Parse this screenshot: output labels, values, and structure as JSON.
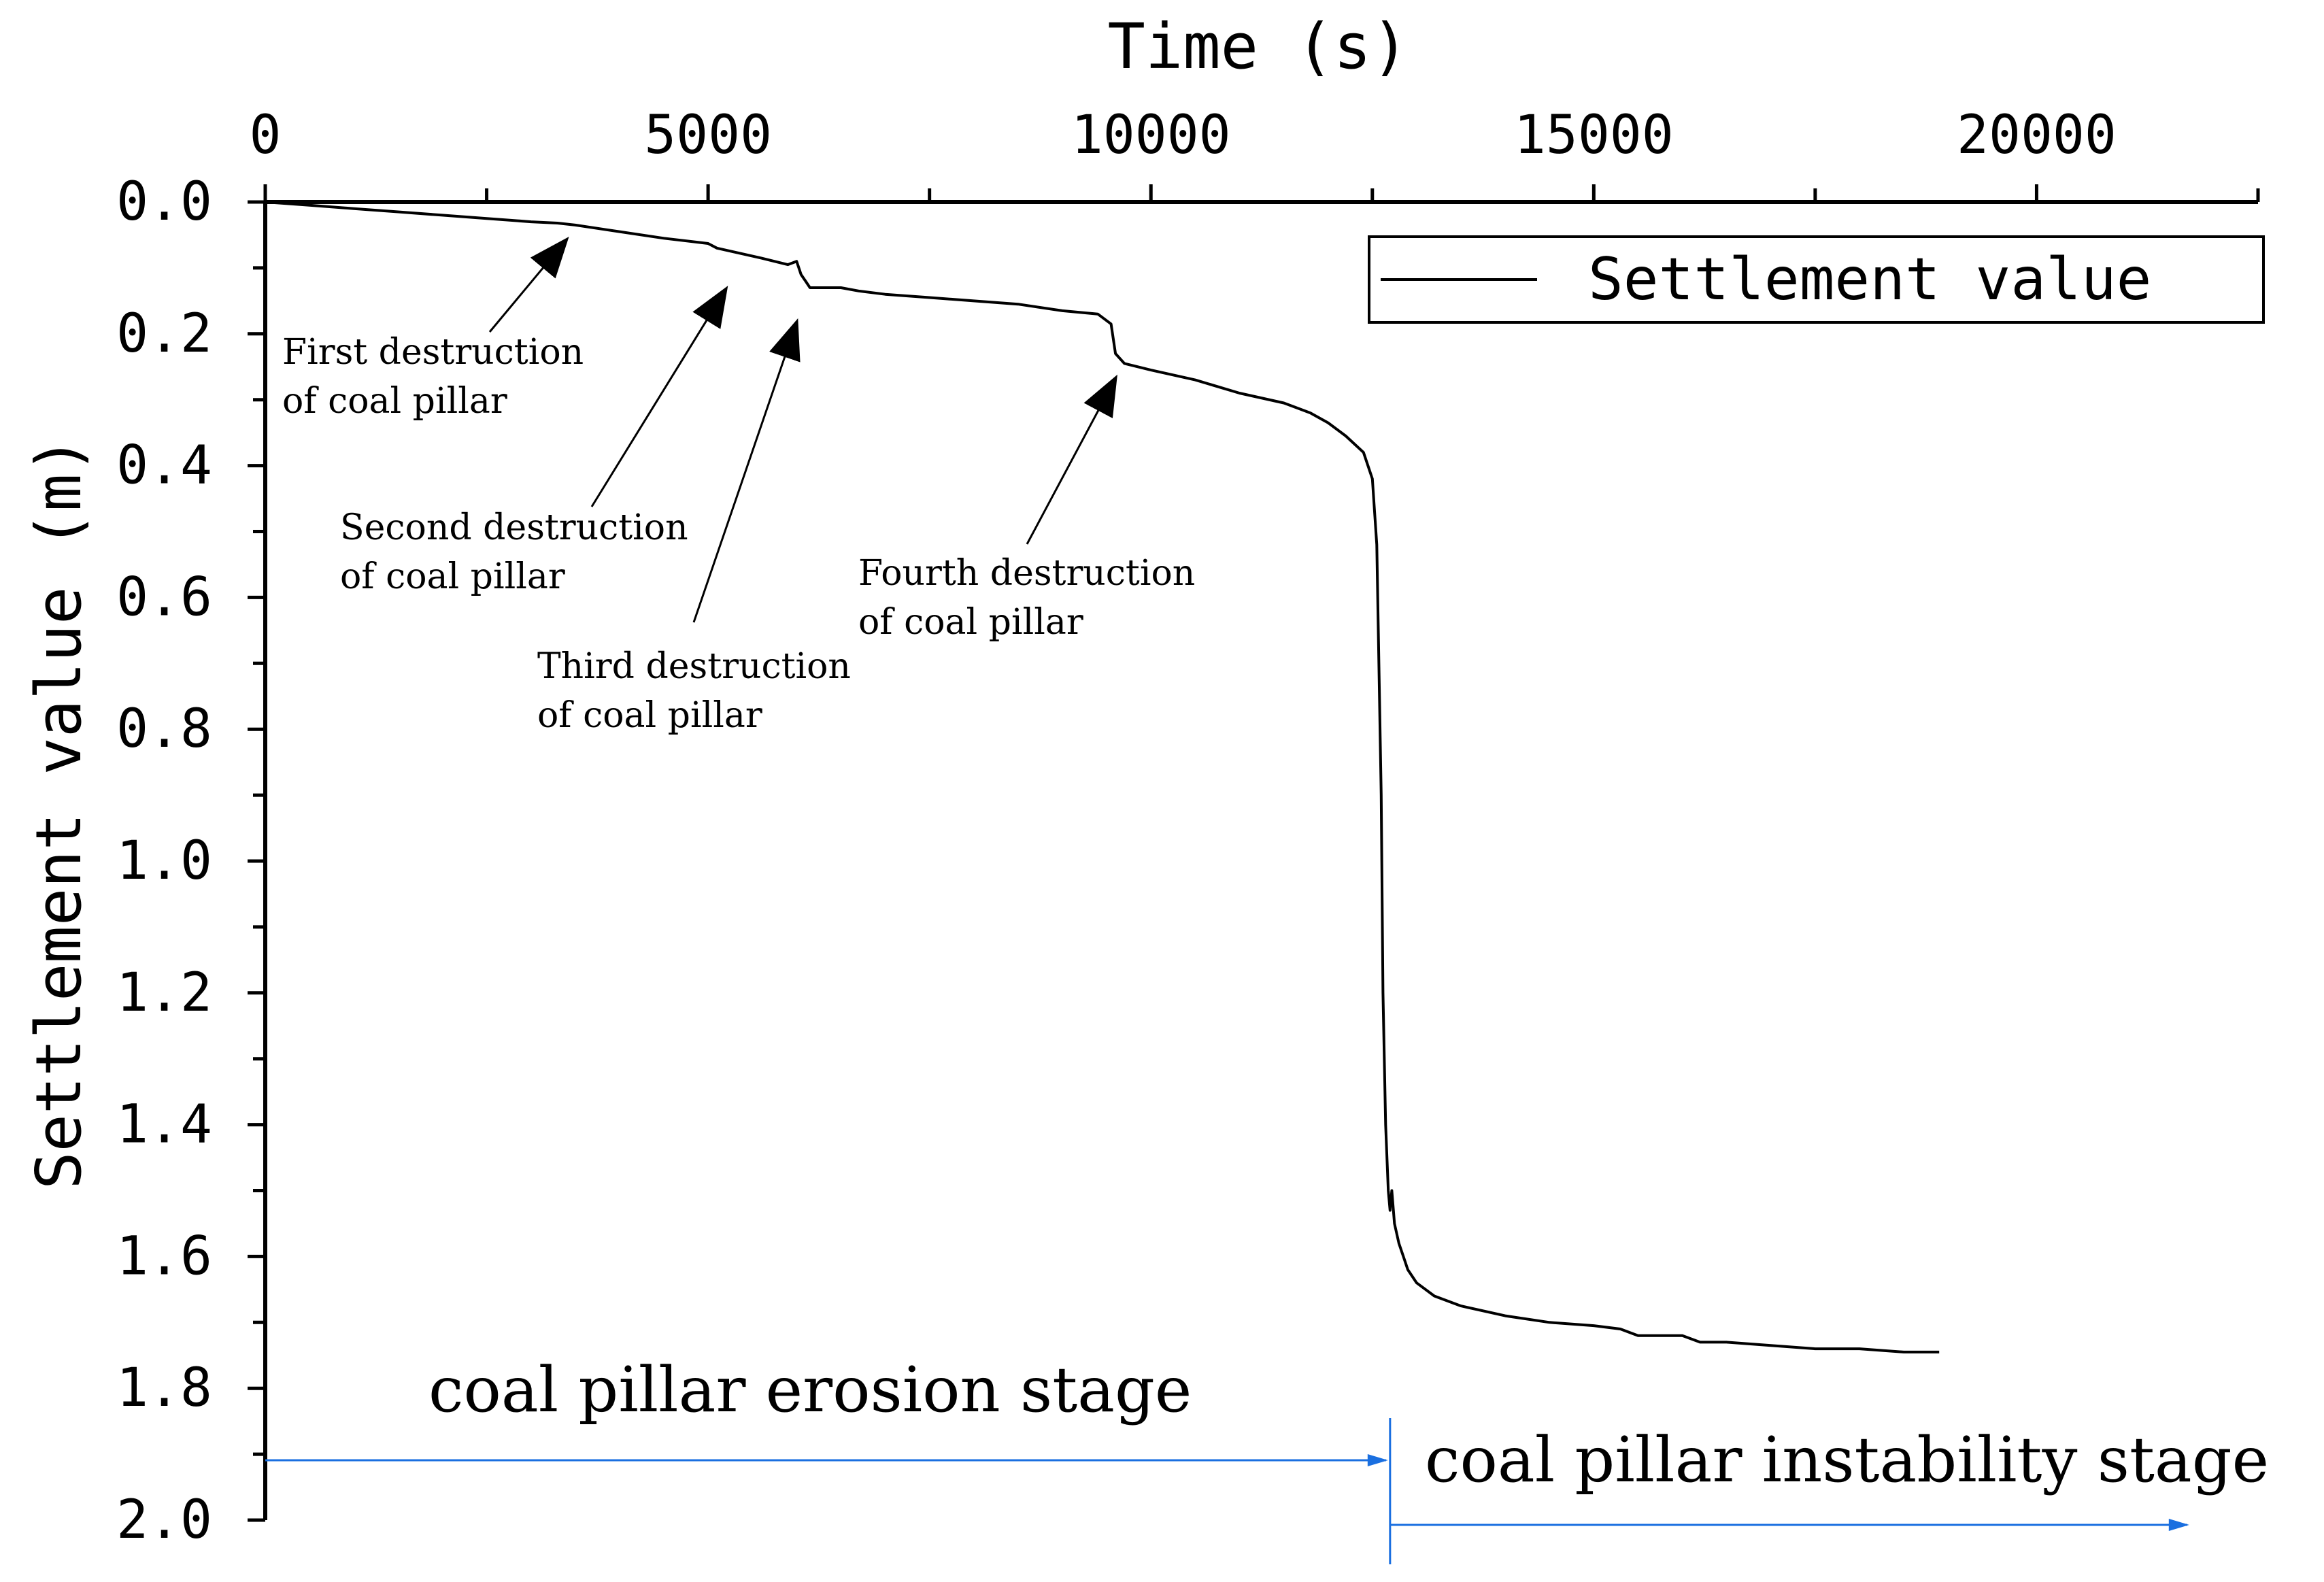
{
  "chart_data": {
    "type": "line",
    "title": "",
    "xlabel": "Time (s)",
    "ylabel": "Settlement value (m)",
    "xlim": [
      0,
      22500
    ],
    "ylim": [
      0,
      2.0
    ],
    "y_inverted": true,
    "x_axis_position": "top",
    "x_ticks": [
      0,
      5000,
      10000,
      15000,
      20000
    ],
    "x_tick_labels": [
      "0",
      "5000",
      "10000",
      "15000",
      "20000"
    ],
    "y_ticks": [
      0,
      0.2,
      0.4,
      0.6,
      0.8,
      1.0,
      1.2,
      1.4,
      1.6,
      1.8,
      2.0
    ],
    "y_tick_labels": [
      "0.0",
      "0.2",
      "0.4",
      "0.6",
      "0.8",
      "1.0",
      "1.2",
      "1.4",
      "1.6",
      "1.8",
      "2.0"
    ],
    "grid": false,
    "legend_position": "top-right",
    "series": [
      {
        "name": "Settlement value",
        "color": "#000000",
        "x": [
          0,
          500,
          1000,
          1500,
          2000,
          2500,
          3000,
          3300,
          3500,
          4000,
          4500,
          5000,
          5100,
          5600,
          5900,
          6000,
          6050,
          6100,
          6150,
          6200,
          6300,
          6500,
          6700,
          7000,
          7500,
          8000,
          8500,
          9000,
          9400,
          9550,
          9600,
          9700,
          10000,
          10500,
          11000,
          11500,
          11800,
          12000,
          12200,
          12400,
          12500,
          12550,
          12600,
          12620,
          12650,
          12680,
          12700,
          12720,
          12750,
          12800,
          12850,
          12900,
          13000,
          13200,
          13500,
          14000,
          14500,
          15000,
          15300,
          15500,
          16000,
          16200,
          16500,
          17000,
          17500,
          18000,
          18500,
          18900
        ],
        "y": [
          0.0,
          0.005,
          0.01,
          0.015,
          0.02,
          0.025,
          0.03,
          0.032,
          0.035,
          0.045,
          0.055,
          0.063,
          0.07,
          0.085,
          0.095,
          0.09,
          0.11,
          0.12,
          0.13,
          0.13,
          0.13,
          0.13,
          0.135,
          0.14,
          0.145,
          0.15,
          0.155,
          0.165,
          0.17,
          0.185,
          0.23,
          0.245,
          0.255,
          0.27,
          0.29,
          0.305,
          0.32,
          0.335,
          0.355,
          0.38,
          0.42,
          0.52,
          0.9,
          1.2,
          1.4,
          1.5,
          1.53,
          1.5,
          1.55,
          1.58,
          1.6,
          1.62,
          1.64,
          1.66,
          1.675,
          1.69,
          1.7,
          1.705,
          1.71,
          1.72,
          1.72,
          1.73,
          1.73,
          1.735,
          1.74,
          1.74,
          1.745,
          1.745
        ]
      }
    ],
    "annotations": [
      {
        "line1": "First destruction",
        "line2": "of coal pillar",
        "arrow_to": [
          3400,
          0.045
        ]
      },
      {
        "line1": "Second destruction",
        "line2": "of coal pillar",
        "arrow_to": [
          5200,
          0.12
        ]
      },
      {
        "line1": "Third destruction",
        "line2": "of coal pillar",
        "arrow_to": [
          6000,
          0.17
        ]
      },
      {
        "line1": "Fourth destruction",
        "line2": "of coal pillar",
        "arrow_to": [
          9600,
          0.255
        ]
      }
    ],
    "stages": [
      {
        "label": "coal pillar erosion stage",
        "from": 0,
        "to": 12700
      },
      {
        "label": "coal pillar instability stage",
        "from": 12700,
        "to": 21700
      }
    ],
    "stage_color": "#1a6fe0"
  }
}
